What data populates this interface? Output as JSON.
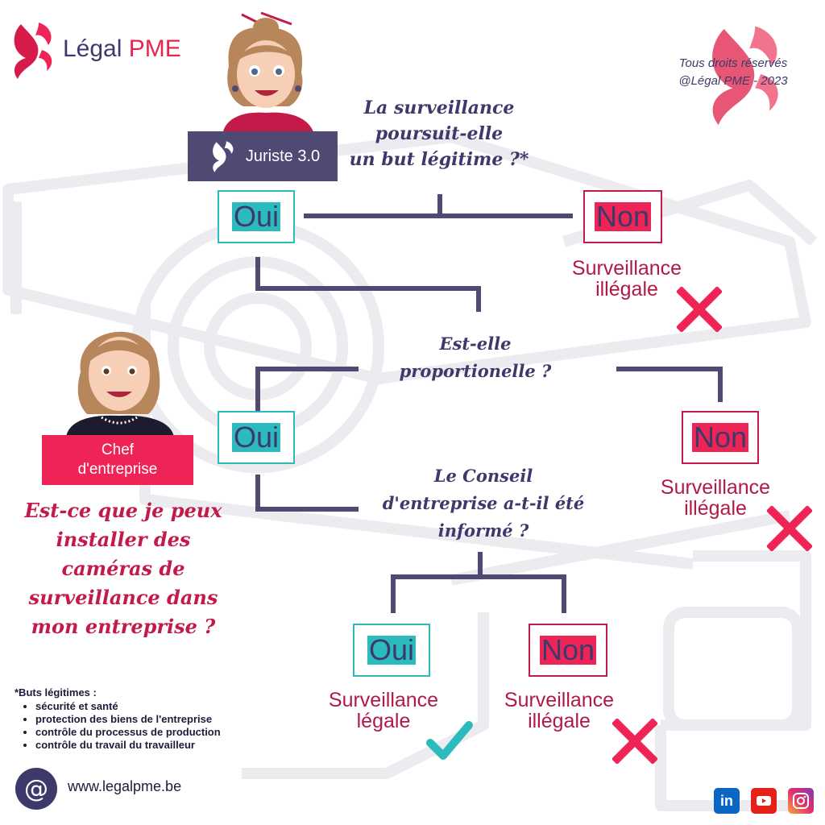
{
  "brand": {
    "name_part1": "Légal",
    "name_part2": "PME"
  },
  "rights": {
    "line1": "Tous droits réservés",
    "line2": "@Légal PME - 2023"
  },
  "colors": {
    "navy": "#3d3a6b",
    "pink": "#ee2456",
    "crimson": "#c41a4a",
    "teal": "#2bbbbd"
  },
  "juriste": {
    "label": "Juriste 3.0",
    "icon": "juriste-avatar-icon"
  },
  "chef": {
    "line1": "Chef",
    "line2": "d'entreprise",
    "icon": "chef-avatar-icon"
  },
  "main_question": {
    "line1": "Est-ce que je peux",
    "line2": "installer des",
    "line3": "caméras de",
    "line4": "surveillance dans",
    "line5": "mon entreprise ?"
  },
  "q1": {
    "line1": "La surveillance",
    "line2": "poursuit-elle",
    "line3": "un but légitime ?*"
  },
  "q2": {
    "line1": "Est-elle",
    "line2": "proportionelle ?"
  },
  "q3": {
    "line1": "Le Conseil",
    "line2": "d'entreprise a-t-il été",
    "line3": "informé ?"
  },
  "answers": {
    "oui": "Oui",
    "non": "Non"
  },
  "results": {
    "illegal_line1": "Surveillance",
    "illegal_line2": "illégale",
    "legal_line1": "Surveillance",
    "legal_line2": "légale"
  },
  "footnote": {
    "title": "*Buts légitimes :",
    "items": [
      "sécurité et santé",
      "protection des biens de l'entreprise",
      "contrôle du processus de production",
      "contrôle du travail du travailleur"
    ]
  },
  "website": {
    "at": "@",
    "url": "www.legalpme.be"
  },
  "social": {
    "linkedin": "in"
  }
}
